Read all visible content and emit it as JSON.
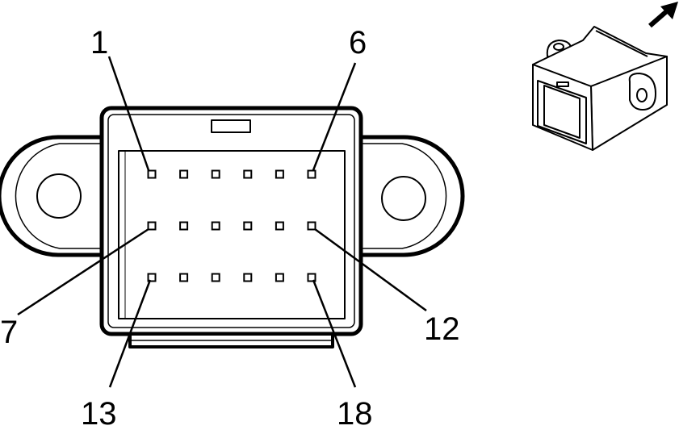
{
  "diagram": {
    "pin_labels": {
      "top_left": "1",
      "top_right": "6",
      "middle_left": "7",
      "middle_right": "12",
      "bottom_left": "13",
      "bottom_right": "18"
    },
    "pin_grid": {
      "rows": 3,
      "columns": 6
    },
    "icons": {
      "view_arrow": "arrow-icon",
      "connector_thumbnail": "connector-3d-icon"
    }
  }
}
